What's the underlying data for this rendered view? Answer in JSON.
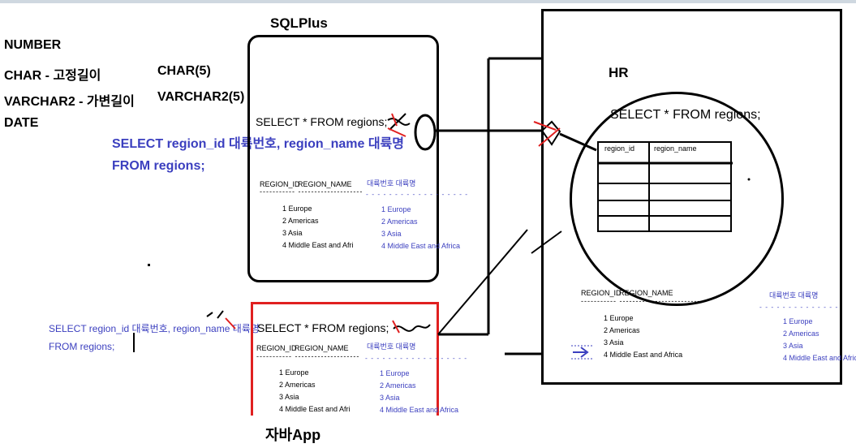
{
  "header_labels": {
    "sqlplus": "SQLPlus",
    "hr": "HR",
    "java_app": "자바App"
  },
  "datatypes": {
    "number": "NUMBER",
    "char": "CHAR - 고정길이",
    "char_example": "CHAR(5)",
    "varchar2": "VARCHAR2 - 가변길이",
    "varchar2_example": "VARCHAR2(5)",
    "date": "DATE"
  },
  "alias_query": {
    "line1": "SELECT region_id 대륙번호, region_name 대륙명",
    "line2": "FROM regions;"
  },
  "alias_query_small": {
    "line1": "SELECT region_id 대륙번호, region_name 대륙명",
    "line2": "FROM regions;"
  },
  "query": "SELECT * FROM regions;",
  "result_headers": {
    "region_id": "REGION_ID",
    "region_name": "REGION_NAME",
    "alias_headers": "대륙번호 대륙명"
  },
  "regions": [
    {
      "id": "1",
      "name": "Europe"
    },
    {
      "id": "2",
      "name": "Americas"
    },
    {
      "id": "3",
      "name": "Asia"
    },
    {
      "id": "4",
      "name": "Middle East and Africa"
    }
  ],
  "sqlplus_result_rows": [
    "1 Europe",
    "2 Americas",
    "3 Asia",
    "4 Middle East and Afri"
  ],
  "alias_result_rows": [
    "1  Europe",
    "2  Americas",
    "3  Asia",
    "4  Middle East and Africa"
  ],
  "table_columns": [
    "region_id",
    "region_name"
  ],
  "colors": {
    "alias_blue": "#3b3fbf",
    "red_mark": "#e02020",
    "java_border": "#e02020"
  }
}
